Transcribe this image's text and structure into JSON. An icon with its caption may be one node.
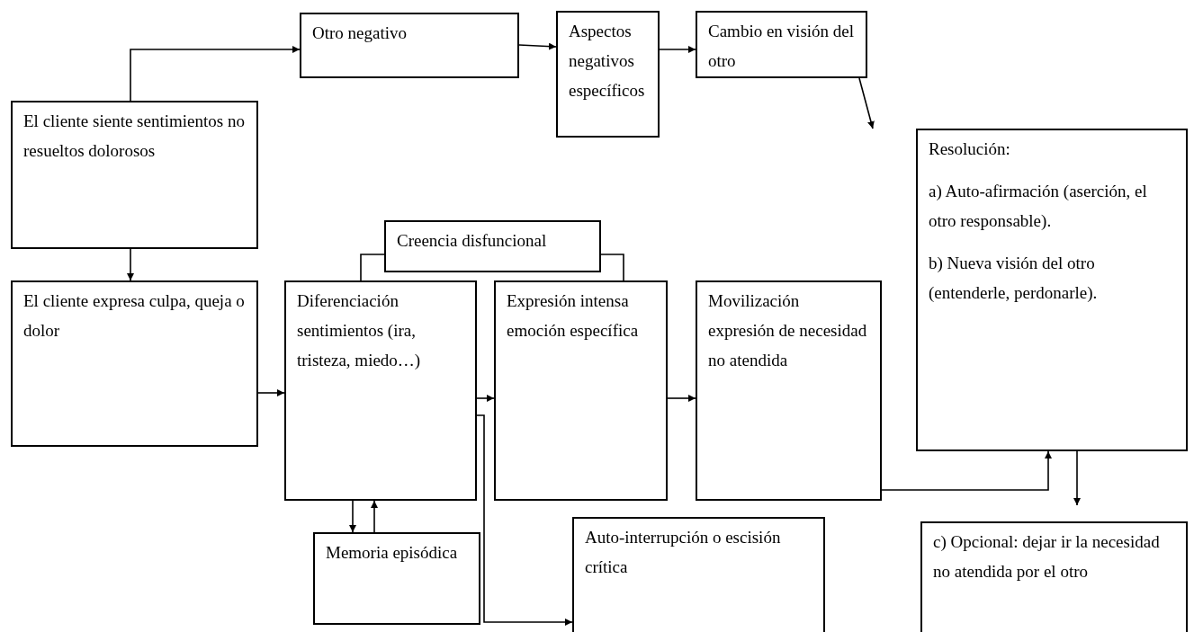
{
  "diagram": {
    "nodes": [
      {
        "text": [
          "Otro negativo"
        ]
      },
      {
        "text": [
          "Aspectos negativos específicos"
        ]
      },
      {
        "text": [
          "Cambio en visión del otro"
        ]
      },
      {
        "text": [
          "El cliente siente sentimientos no resueltos dolorosos"
        ]
      },
      {
        "text": [
          "Resolución:",
          "a) Auto-afirmación (aserción, el otro responsable).",
          "b) Nueva visión del otro (entenderle, perdonarle)."
        ]
      },
      {
        "text": [
          "Creencia disfuncional"
        ]
      },
      {
        "text": [
          "El cliente expresa culpa, queja o dolor"
        ]
      },
      {
        "text": [
          "Diferenciación sentimientos (ira, tristeza, miedo…)"
        ]
      },
      {
        "text": [
          "Expresión intensa emoción específica"
        ]
      },
      {
        "text": [
          "Movilización expresión de necesidad no atendida"
        ]
      },
      {
        "text": [
          "Memoria episódica"
        ]
      },
      {
        "text": [
          "Auto-interrupción o escisión crítica"
        ]
      },
      {
        "text": [
          "c) Opcional: dejar ir la necesidad no atendida por el otro"
        ]
      }
    ],
    "edges": [
      {
        "from": 3,
        "to": 0,
        "arrow": "to"
      },
      {
        "from": 0,
        "to": 1,
        "arrow": "to"
      },
      {
        "from": 1,
        "to": 2,
        "arrow": "to"
      },
      {
        "from": 2,
        "to": 4,
        "arrow": "to"
      },
      {
        "from": 3,
        "to": 6,
        "arrow": "to"
      },
      {
        "from": 6,
        "to": 7,
        "arrow": "to"
      },
      {
        "from": 7,
        "to": 8,
        "arrow": "to"
      },
      {
        "from": 8,
        "to": 9,
        "arrow": "to"
      },
      {
        "from": 5,
        "to": 7,
        "arrow": "none"
      },
      {
        "from": 5,
        "to": 8,
        "arrow": "none"
      },
      {
        "from": 7,
        "to": 10,
        "arrow": "to"
      },
      {
        "from": 10,
        "to": 7,
        "arrow": "to"
      },
      {
        "from": 7,
        "to": 11,
        "arrow": "to"
      },
      {
        "from": 9,
        "to": 4,
        "arrow": "to"
      },
      {
        "from": 4,
        "to": 12,
        "arrow": "to"
      }
    ]
  }
}
